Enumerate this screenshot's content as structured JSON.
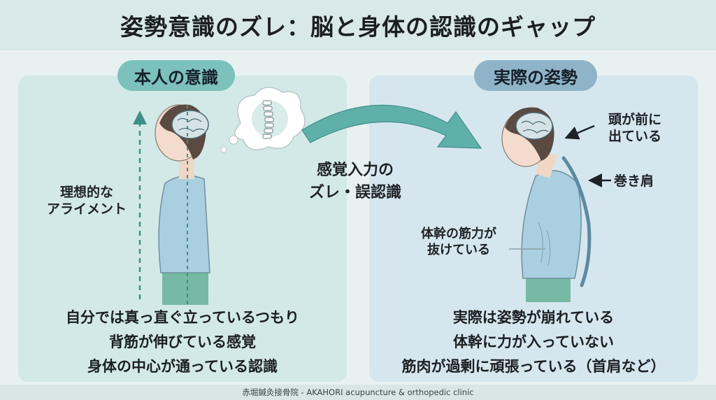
{
  "title": "姿勢意識のズレ：脳と身体の認識のギャップ",
  "left_panel": {
    "heading": "本人の意識",
    "side_label": [
      "理想的な",
      "アライメント"
    ],
    "captions": [
      "自分では真っ直ぐ立っているつもり",
      "背筋が伸びている感覚",
      "身体の中心が通っている認識"
    ]
  },
  "center_label": [
    "感覚入力の",
    "ズレ・誤認識"
  ],
  "right_panel": {
    "heading": "実際の姿勢",
    "head_label": [
      "頭が前に",
      "出ている"
    ],
    "shoulder_label": "巻き肩",
    "core_label": [
      "体幹の筋力が",
      "抜けている"
    ],
    "captions": [
      "実際は姿勢が崩れている",
      "体幹に力が入っていない",
      "筋肉が過剰に頑張っている（首肩など）"
    ]
  },
  "footer": "赤堀鍼灸接骨院 - AKAHORI acupuncture & orthopedic clinic",
  "colors": {
    "left_panel": "#d3e9e8",
    "right_panel": "#d6e6ef",
    "left_pill": "#7cc1bc",
    "right_pill": "#8fb4c9",
    "arrow": "#5fb0a8"
  }
}
